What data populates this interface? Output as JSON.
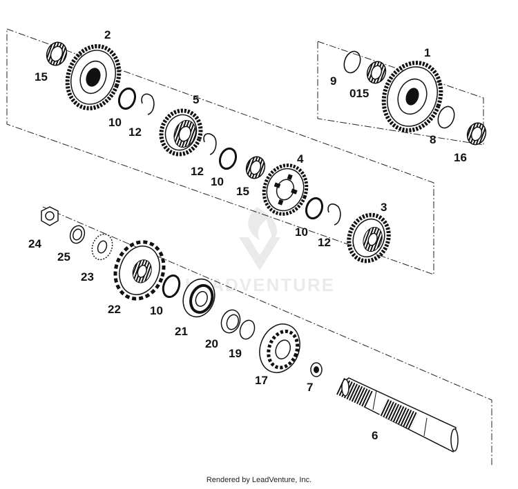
{
  "footer_text": "Rendered by LeadVenture, Inc.",
  "watermark_text": "LEADVENTURE",
  "part_labels": [
    "2",
    "15",
    "10",
    "12",
    "5",
    "12",
    "10",
    "15",
    "4",
    "10",
    "12",
    "3",
    "1",
    "9",
    "015",
    "8",
    "16",
    "24",
    "25",
    "23",
    "22",
    "10",
    "21",
    "20",
    "19",
    "17",
    "7",
    "6"
  ]
}
